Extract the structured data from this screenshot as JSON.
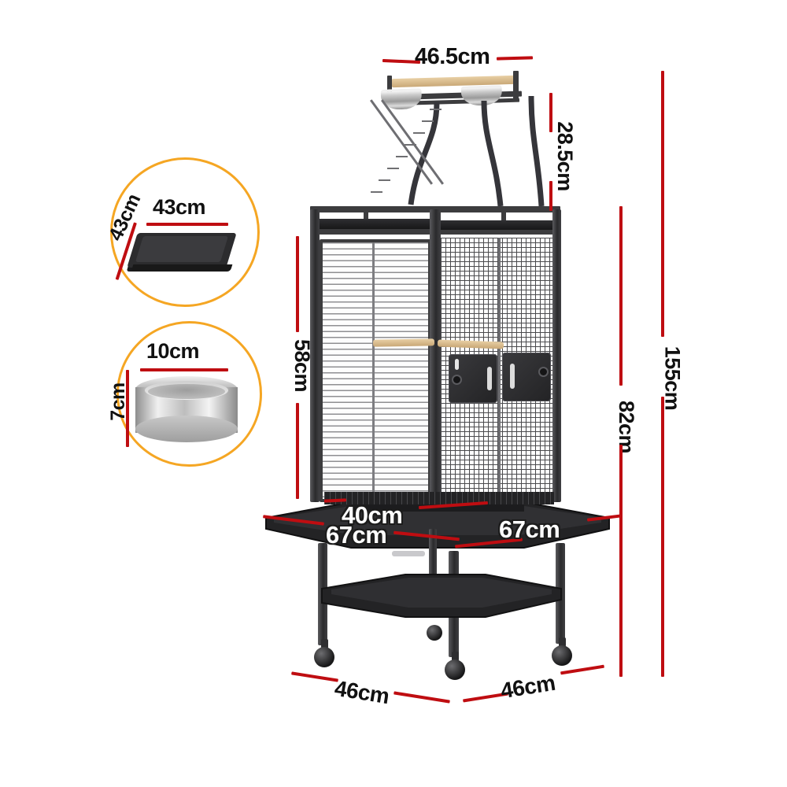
{
  "diagram": {
    "type": "product-dimension-diagram",
    "product": "play-top bird cage on rolling stand",
    "background_color": "#ffffff",
    "dimension_line_color": "#bf0d11",
    "callout_ring_color": "#f5a623",
    "label_text_color": "#111111",
    "overlay_label_text_color": "#ffffff",
    "unit": "cm"
  },
  "callouts": [
    {
      "id": "tray-callout",
      "item": "removable-bottom-tray",
      "labels": {
        "width": "43cm",
        "depth": "43cm"
      }
    },
    {
      "id": "bowl-callout",
      "item": "stainless-steel-feeding-bowl",
      "labels": {
        "diameter": "10cm",
        "height": "7cm"
      }
    }
  ],
  "dimensions": {
    "playtop_perch_width": "46.5cm",
    "playtop_height": "28.5cm",
    "cage_front_height": "58cm",
    "total_height": "155cm",
    "cage_top_height": "82cm",
    "cage_interior_width": "40cm",
    "tray_width_left": "67cm",
    "tray_width_right": "67cm",
    "base_width_left": "46cm",
    "base_width_right": "46cm"
  },
  "parts": {
    "playtop_perch": "wooden-perch",
    "playtop_bowls": 2,
    "ladder": "metal-ladder",
    "interior_perch": "wooden-perch",
    "feeder_doors": 2,
    "casters": 4,
    "lower_shelf": "storage-shelf-tray",
    "front_panel": "horizontal-bar-panel",
    "side_panel": "wire-mesh-panel"
  }
}
